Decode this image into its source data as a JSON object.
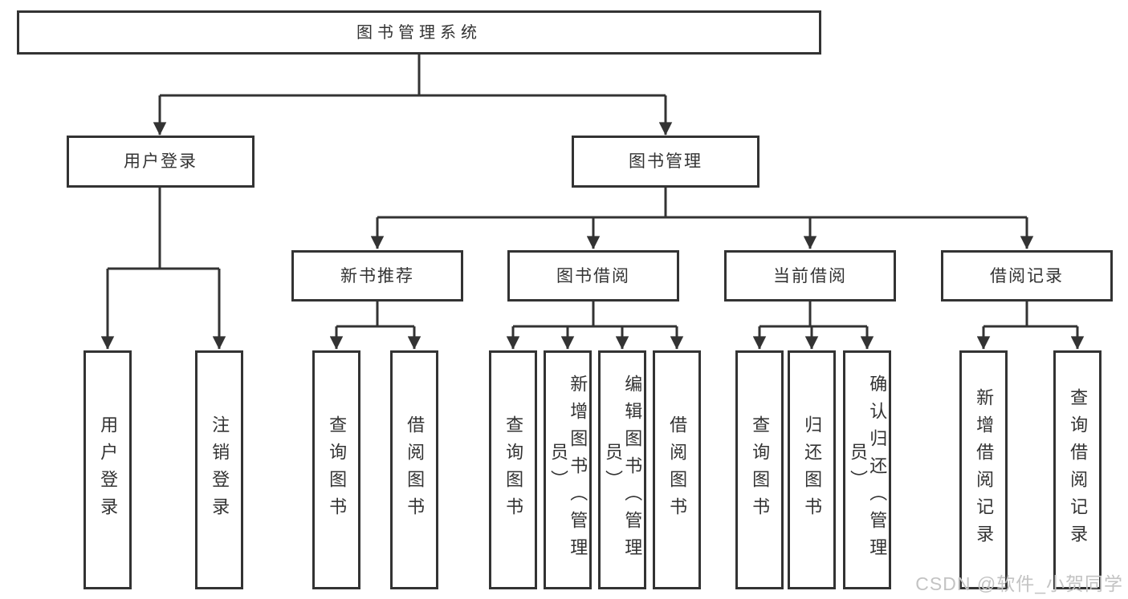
{
  "tree": {
    "root": {
      "label": "图书管理系统"
    },
    "user_login": {
      "label": "用户登录",
      "leaves": [
        {
          "label": "用户登录"
        },
        {
          "label": "注销登录"
        }
      ]
    },
    "book_mgmt": {
      "label": "图书管理",
      "groups": [
        {
          "label": "新书推荐",
          "leaves": [
            {
              "label": "查询图书"
            },
            {
              "label": "借阅图书"
            }
          ]
        },
        {
          "label": "图书借阅",
          "leaves": [
            {
              "label": "查询图书"
            },
            {
              "label": "新增图书（管理员）"
            },
            {
              "label": "编辑图书（管理员）"
            },
            {
              "label": "借阅图书"
            }
          ]
        },
        {
          "label": "当前借阅",
          "leaves": [
            {
              "label": "查询图书"
            },
            {
              "label": "归还图书"
            },
            {
              "label": "确认归还（管理员）"
            }
          ]
        },
        {
          "label": "借阅记录",
          "leaves": [
            {
              "label": "新增借阅记录"
            },
            {
              "label": "查询借阅记录"
            }
          ]
        }
      ]
    }
  },
  "watermark": {
    "text": "CSDN @软件_小贺同学"
  },
  "colors": {
    "line": "#333333",
    "text": "#333333",
    "node_background": "#ffffff",
    "watermark": "#c3c3c3",
    "background": "#ffffff"
  }
}
